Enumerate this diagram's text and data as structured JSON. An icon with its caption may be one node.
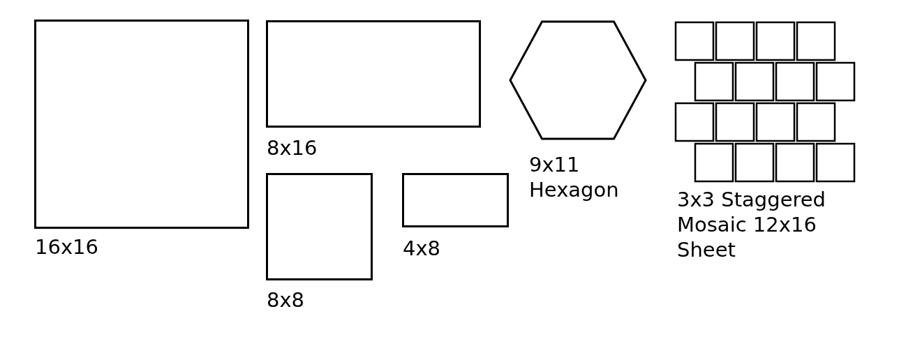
{
  "diagram": {
    "nodes": [
      {
        "text": [],
        "shape": "box",
        "beside": [
          "16x16"
        ]
      },
      {
        "text": [],
        "shape": "box",
        "beside": [
          "8x16"
        ]
      },
      {
        "text": [],
        "shape": "box",
        "beside": [
          "8x8"
        ]
      },
      {
        "text": [],
        "shape": "box",
        "beside": [
          "4x8"
        ]
      },
      {
        "text": [],
        "shape": "hexagon",
        "beside": [
          "9x11 Hexagon"
        ]
      },
      {
        "text": [],
        "shape": "picture",
        "beside": [
          "3x3 Staggered Mosaic 12x16 Sheet"
        ]
      }
    ]
  }
}
